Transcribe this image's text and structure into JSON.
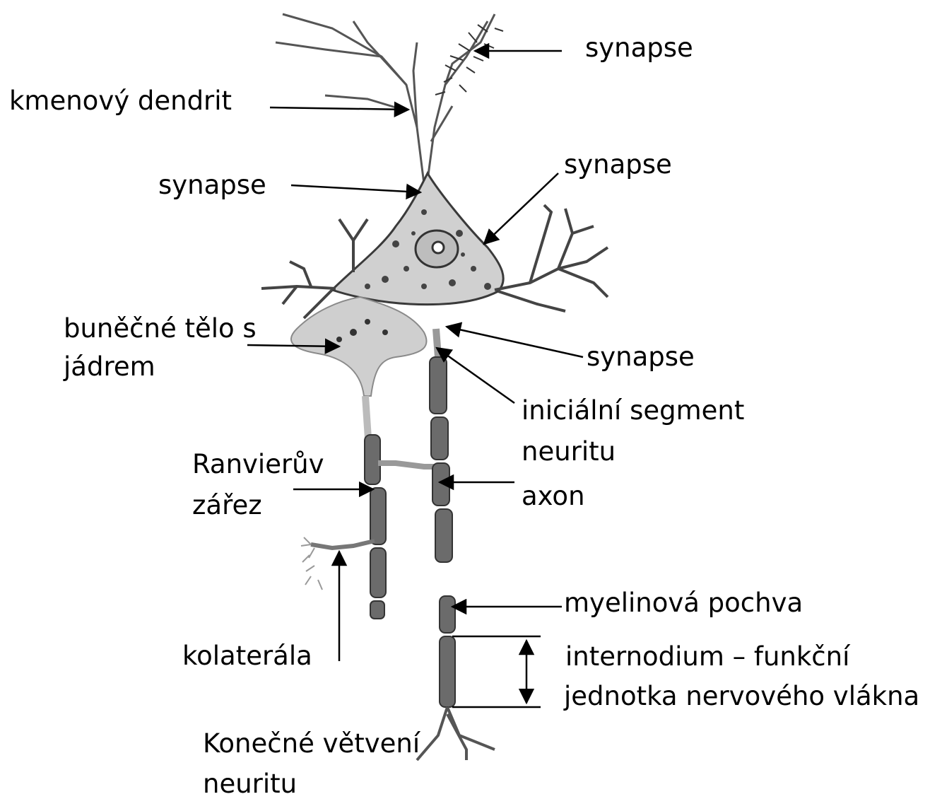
{
  "labels": {
    "synapse_top": "synapse",
    "kmenovy_dendrit": "kmenový dendrit",
    "synapse_left": "synapse",
    "synapse_right": "synapse",
    "bunecne_telo_line1": "buněčné tělo s",
    "bunecne_telo_line2": "jádrem",
    "synapse_lower": "synapse",
    "inicialni_line1": "iniciální segment",
    "inicialni_line2": "neuritu",
    "ranvieruv_line1": "Ranvierův",
    "ranvieruv_line2": "zářez",
    "axon": "axon",
    "kolaterala": "kolaterála",
    "myelinova": "myelinová pochva",
    "internodium_line1": "internodium – funkční",
    "internodium_line2": "jednotka nervového vlákna",
    "konecne_line1": "Konečné větvení",
    "konecne_line2": "neuritu"
  },
  "colors": {
    "ink": "#000000",
    "membrane": "#3a3a3a",
    "cytoplasm": "#d9d9d9",
    "myelin": "#6b6b6b",
    "nucleus": "#bdbdbd"
  }
}
